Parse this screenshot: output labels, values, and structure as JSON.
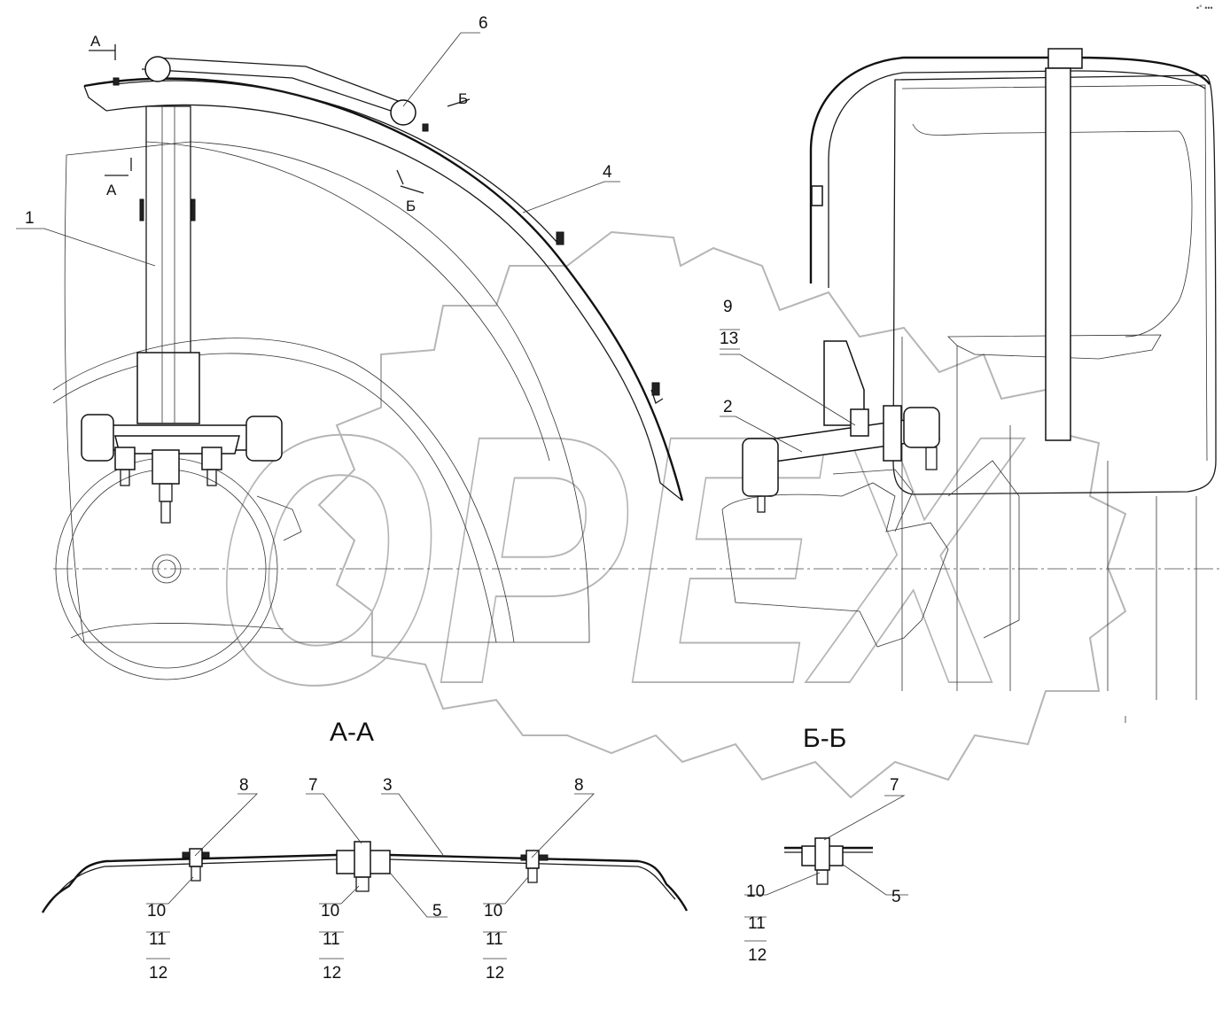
{
  "section_titles": {
    "aa": "А-А",
    "bb": "Б-Б"
  },
  "section_marks": {
    "a_top": "А",
    "a_bottom": "А",
    "b_right": "Б",
    "b_left": "Б"
  },
  "callouts": {
    "p1": "1",
    "p2": "2",
    "p3": "3",
    "p4": "4",
    "p6": "6",
    "p9": "9",
    "p13": "13",
    "aa_8_left": "8",
    "aa_7": "7",
    "aa_8_right": "8",
    "aa_10_left": "10",
    "aa_11_left": "11",
    "aa_12_left": "12",
    "aa_10_mid": "10",
    "aa_11_mid": "11",
    "aa_12_mid": "12",
    "aa_5": "5",
    "aa_10_right": "10",
    "aa_11_right": "11",
    "aa_12_right": "12",
    "bb_7": "7",
    "bb_10": "10",
    "bb_11": "11",
    "bb_12": "12",
    "bb_5": "5"
  },
  "watermark": "OPEX",
  "corner_mark": "•° •••"
}
